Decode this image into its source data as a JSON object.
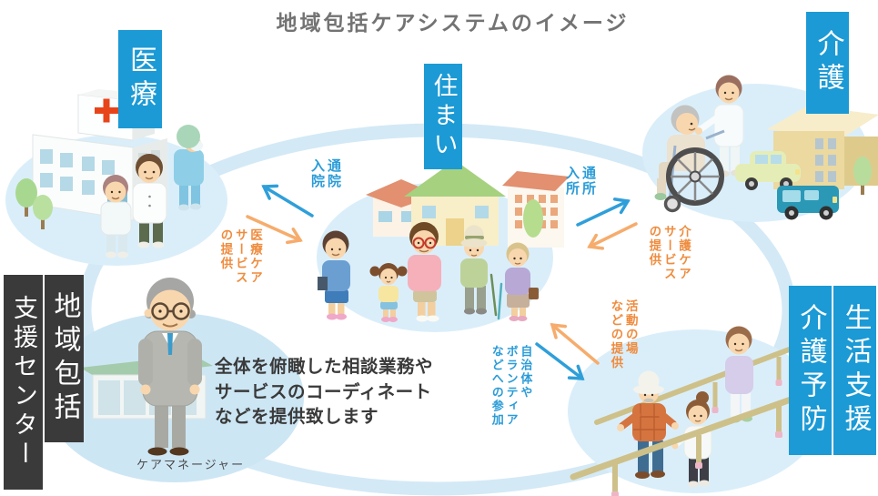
{
  "title": "地域包括ケアシステムのイメージ",
  "areas": {
    "medical": {
      "label": "医療"
    },
    "housing": {
      "label": "住まい"
    },
    "nursing": {
      "label": "介護"
    },
    "life_support": {
      "labels": [
        "生活支援",
        "介護予防"
      ]
    },
    "community_center": {
      "labels": [
        "地域包括",
        "支援センター"
      ]
    },
    "care_manager_caption": "ケアマネージャー"
  },
  "arrows": {
    "housing_to_medical": {
      "cols": [
        "通院",
        "入院"
      ]
    },
    "medical_to_housing": {
      "cols": [
        "医療ケア",
        "サービス",
        "の提供"
      ]
    },
    "housing_to_nursing": {
      "cols": [
        "通所",
        "入所"
      ]
    },
    "nursing_to_housing": {
      "cols": [
        "介護ケア",
        "サービス",
        "の提供"
      ]
    },
    "support_to_housing": {
      "cols": [
        "活動の場",
        "などの提供"
      ]
    },
    "housing_to_support": {
      "cols": [
        "自治体や",
        "ボランティア",
        "などへの参加"
      ]
    }
  },
  "note": {
    "lines": [
      "全体を俯瞰した相談業務や",
      "サービスのコーディネート",
      "などを提供致します"
    ]
  },
  "colors": {
    "accent_blue": "#1b9ad5",
    "dark_box": "#3a3a3a",
    "text_blue": "#2b9cd8",
    "text_orange": "#ef8c3e",
    "arrow_blue": "#2f9fd9",
    "arrow_orange": "#f6ac6c",
    "ellipse_fill": "#daeefa",
    "ring_stroke": "#d3e9f6"
  }
}
